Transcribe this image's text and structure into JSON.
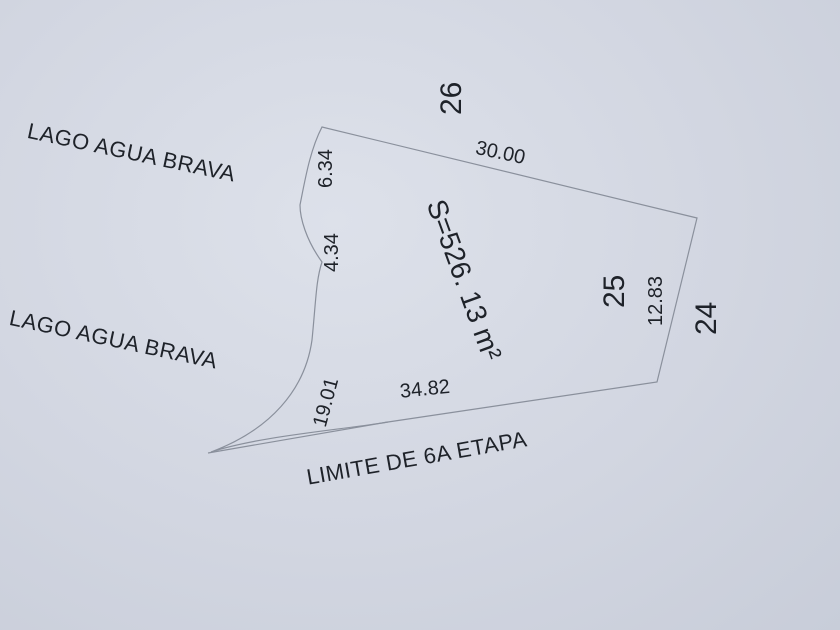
{
  "streets": {
    "top": "LAGO AGUA BRAVA",
    "bottom": "LAGO AGUA BRAVA",
    "limit": "LIMITE DE 6A ETAPA"
  },
  "lots": {
    "north": "26",
    "current": "25",
    "east": "24"
  },
  "area": "S=526. 13 m²",
  "dimensions": {
    "top": "30.00",
    "left_upper": "6.34",
    "left_middle": "4.34",
    "left_curve": "19.01",
    "bottom": "34.82",
    "right": "12.83"
  },
  "colors": {
    "line": "#8a909c",
    "text": "#1e2229"
  }
}
